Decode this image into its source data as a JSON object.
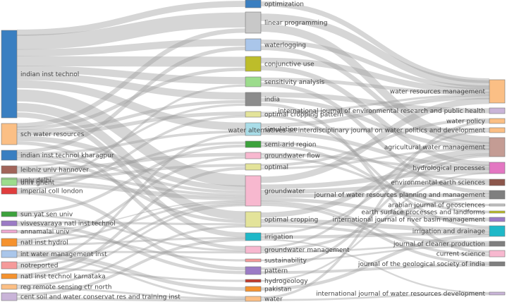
{
  "colors": {
    "link": "#9e9e9e",
    "label": "#444444"
  },
  "columns": {
    "left": [
      {
        "id": "L0",
        "label": "indian inst technol",
        "color": "#3a7fc1"
      },
      {
        "id": "L1",
        "label": "sch water resources",
        "color": "#fbbf85"
      },
      {
        "id": "L2",
        "label": "indian inst technol kharagpur",
        "color": "#3a7fc1"
      },
      {
        "id": "L3",
        "label": "leibniz univ hannover",
        "color": "#a1645a"
      },
      {
        "id": "L4",
        "label": "univ delhi",
        "color": "#9cdc8c"
      },
      {
        "id": "L5",
        "label": "imperial coll london",
        "color": "#e03d3d"
      },
      {
        "id": "L6",
        "label": "univ ghent",
        "color": "#9cdc8c"
      },
      {
        "id": "L7",
        "label": "sun yat sen univ",
        "color": "#3ca23c"
      },
      {
        "id": "L8",
        "label": "visvesvaraya natl inst technol",
        "color": "#9b7bc5"
      },
      {
        "id": "L9",
        "label": "annamalai univ",
        "color": "#f0a8d2"
      },
      {
        "id": "L10",
        "label": "natl inst hydrol",
        "color": "#f5922e"
      },
      {
        "id": "L11",
        "label": "int water management inst",
        "color": "#aac6ea"
      },
      {
        "id": "L12",
        "label": "notreported",
        "color": "#f59a9a"
      },
      {
        "id": "L13",
        "label": "natl inst technol karnataka",
        "color": "#f5922e"
      },
      {
        "id": "L14",
        "label": "reg remote sensing ctr north",
        "color": "#fbbf85"
      },
      {
        "id": "L15",
        "label": "cent soil and water conservat res and training inst",
        "color": "#c9b4d8"
      }
    ],
    "middle": [
      {
        "id": "M0",
        "label": "optimization",
        "color": "#3a7fc1"
      },
      {
        "id": "M1",
        "label": "linear programming",
        "color": "#c8c8c8"
      },
      {
        "id": "M2",
        "label": "waterlogging",
        "color": "#aac6ea"
      },
      {
        "id": "M3",
        "label": "conjunctive use",
        "color": "#bdbd2a"
      },
      {
        "id": "M4",
        "label": "sensitivity analysis",
        "color": "#9cdc8c"
      },
      {
        "id": "M5",
        "label": "india",
        "color": "#8c8c8c"
      },
      {
        "id": "M6",
        "label": "optimal cropping pattern",
        "color": "#e3e39a"
      },
      {
        "id": "M7",
        "label": "simulation",
        "color": "#a9dde8"
      },
      {
        "id": "M8",
        "label": "semi-arid region",
        "color": "#3ca23c"
      },
      {
        "id": "M9",
        "label": "groundwater flow",
        "color": "#f7b8cf"
      },
      {
        "id": "M10",
        "label": "optimal",
        "color": "#e3e39a"
      },
      {
        "id": "M11",
        "label": "groundwater",
        "color": "#f7b8cf"
      },
      {
        "id": "M12",
        "label": "optimal cropping",
        "color": "#e3e39a"
      },
      {
        "id": "M13",
        "label": "irrigation",
        "color": "#1fb8c8"
      },
      {
        "id": "M14",
        "label": "groundwater management",
        "color": "#f7b8cf"
      },
      {
        "id": "M15",
        "label": "sustainability",
        "color": "#f59a9a"
      },
      {
        "id": "M16",
        "label": "pattern",
        "color": "#9b7bc5"
      },
      {
        "id": "M17",
        "label": "hydrogeology",
        "color": "#c0392b"
      },
      {
        "id": "M18",
        "label": "pakistan",
        "color": "#f5922e"
      },
      {
        "id": "M19",
        "label": "water",
        "color": "#fbbf85"
      }
    ],
    "right": [
      {
        "id": "R0",
        "label": "water resources management",
        "color": "#fbbf85"
      },
      {
        "id": "R1",
        "label": "international journal of environmental research and public health",
        "color": "#c9b4d8"
      },
      {
        "id": "R2",
        "label": "water policy",
        "color": "#fbbf85"
      },
      {
        "id": "R3",
        "label": "water alternatives-an interdisciplinary journal on water politics and development",
        "color": "#fbbf85"
      },
      {
        "id": "R4",
        "label": "agricultural water management",
        "color": "#c49c94"
      },
      {
        "id": "R5",
        "label": "hydrological processes",
        "color": "#e377c2"
      },
      {
        "id": "R6",
        "label": "environmental earth sciences",
        "color": "#8c564b"
      },
      {
        "id": "R7",
        "label": "journal of water resources planning and management",
        "color": "#7f7f7f"
      },
      {
        "id": "R8",
        "label": "arabian journal of geosciences",
        "color": "#c7c7c7"
      },
      {
        "id": "R9",
        "label": "earth surface processes and landforms",
        "color": "#bcbd22"
      },
      {
        "id": "R10",
        "label": "international journal of river basin management",
        "color": "#9b7bc5"
      },
      {
        "id": "R11",
        "label": "irrigation and drainage",
        "color": "#1fb8c8"
      },
      {
        "id": "R12",
        "label": "journal of cleaner production",
        "color": "#7f7f7f"
      },
      {
        "id": "R13",
        "label": "current science",
        "color": "#f7b8cf"
      },
      {
        "id": "R14",
        "label": "journal of the geological society of india",
        "color": "#7f7f7f"
      },
      {
        "id": "R15",
        "label": "international journal of water resources development",
        "color": "#c9b4d8"
      }
    ]
  },
  "links_left_to_middle": [
    [
      "L0",
      "M0",
      4
    ],
    [
      "L0",
      "M1",
      12
    ],
    [
      "L0",
      "M2",
      6
    ],
    [
      "L0",
      "M3",
      8
    ],
    [
      "L0",
      "M4",
      6
    ],
    [
      "L0",
      "M5",
      6
    ],
    [
      "L0",
      "M7",
      7
    ],
    [
      "L0",
      "M11",
      12
    ],
    [
      "L0",
      "M12",
      8
    ],
    [
      "L0",
      "M13",
      5
    ],
    [
      "L1",
      "M1",
      4
    ],
    [
      "L1",
      "M3",
      3
    ],
    [
      "L1",
      "M5",
      3
    ],
    [
      "L1",
      "M6",
      4
    ],
    [
      "L1",
      "M11",
      6
    ],
    [
      "L1",
      "M14",
      4
    ],
    [
      "L2",
      "M2",
      4
    ],
    [
      "L2",
      "M7",
      3
    ],
    [
      "L2",
      "M11",
      4
    ],
    [
      "L2",
      "M12",
      4
    ],
    [
      "L3",
      "M5",
      2
    ],
    [
      "L3",
      "M9",
      3
    ],
    [
      "L3",
      "M11",
      3
    ],
    [
      "L4",
      "M10",
      2
    ],
    [
      "L4",
      "M11",
      2
    ],
    [
      "L5",
      "M6",
      2
    ],
    [
      "L5",
      "M16",
      2
    ],
    [
      "L6",
      "M4",
      2
    ],
    [
      "L6",
      "M11",
      3
    ],
    [
      "L6",
      "M8",
      2
    ],
    [
      "L7",
      "M8",
      2
    ],
    [
      "L7",
      "M14",
      2
    ],
    [
      "L8",
      "M12",
      2
    ],
    [
      "L8",
      "M16",
      2
    ],
    [
      "L9",
      "M15",
      1
    ],
    [
      "L9",
      "M11",
      1
    ],
    [
      "L10",
      "M9",
      2
    ],
    [
      "L10",
      "M11",
      2
    ],
    [
      "L10",
      "M13",
      2
    ],
    [
      "L11",
      "M14",
      2
    ],
    [
      "L11",
      "M18",
      2
    ],
    [
      "L11",
      "M19",
      2
    ],
    [
      "L12",
      "M11",
      2
    ],
    [
      "L12",
      "M17",
      1
    ],
    [
      "L12",
      "M7",
      2
    ],
    [
      "L13",
      "M10",
      2
    ],
    [
      "L13",
      "M11",
      2
    ],
    [
      "L14",
      "M12",
      2
    ],
    [
      "L14",
      "M19",
      2
    ],
    [
      "L15",
      "M13",
      2
    ],
    [
      "L15",
      "M19",
      2
    ]
  ],
  "links_middle_to_right": [
    [
      "M0",
      "R0",
      4
    ],
    [
      "M1",
      "R0",
      8
    ],
    [
      "M1",
      "R4",
      8
    ],
    [
      "M2",
      "R0",
      5
    ],
    [
      "M2",
      "R4",
      5
    ],
    [
      "M3",
      "R0",
      6
    ],
    [
      "M3",
      "R5",
      5
    ],
    [
      "M4",
      "R0",
      4
    ],
    [
      "M4",
      "R7",
      4
    ],
    [
      "M5",
      "R4",
      4
    ],
    [
      "M5",
      "R1",
      3
    ],
    [
      "M5",
      "R13",
      2
    ],
    [
      "M6",
      "R0",
      3
    ],
    [
      "M6",
      "R11",
      3
    ],
    [
      "M7",
      "R0",
      5
    ],
    [
      "M7",
      "R5",
      5
    ],
    [
      "M7",
      "R3",
      2
    ],
    [
      "M8",
      "R6",
      2
    ],
    [
      "M8",
      "R9",
      2
    ],
    [
      "M9",
      "R5",
      3
    ],
    [
      "M9",
      "R8",
      2
    ],
    [
      "M10",
      "R4",
      2
    ],
    [
      "M10",
      "R2",
      2
    ],
    [
      "M11",
      "R0",
      8
    ],
    [
      "M11",
      "R5",
      6
    ],
    [
      "M11",
      "R6",
      4
    ],
    [
      "M11",
      "R7",
      4
    ],
    [
      "M11",
      "R10",
      3
    ],
    [
      "M11",
      "R14",
      3
    ],
    [
      "M11",
      "R13",
      2
    ],
    [
      "M12",
      "R4",
      6
    ],
    [
      "M12",
      "R11",
      5
    ],
    [
      "M12",
      "R12",
      3
    ],
    [
      "M13",
      "R11",
      4
    ],
    [
      "M13",
      "R15",
      2
    ],
    [
      "M13",
      "R4",
      3
    ],
    [
      "M14",
      "R7",
      3
    ],
    [
      "M14",
      "R12",
      2
    ],
    [
      "M14",
      "R3",
      2
    ],
    [
      "M15",
      "R12",
      1
    ],
    [
      "M16",
      "R4",
      2
    ],
    [
      "M16",
      "R14",
      2
    ],
    [
      "M17",
      "R5",
      1
    ],
    [
      "M18",
      "R11",
      2
    ],
    [
      "M19",
      "R15",
      2
    ],
    [
      "M19",
      "R2",
      2
    ]
  ]
}
